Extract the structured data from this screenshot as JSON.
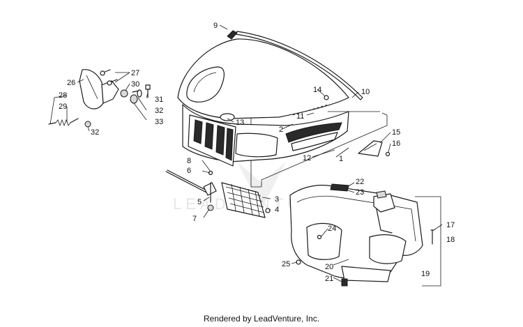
{
  "callouts": {
    "c1": "1",
    "c2": "2",
    "c3": "3",
    "c4": "4",
    "c5": "5",
    "c6": "6",
    "c7": "7",
    "c8": "8",
    "c9": "9",
    "c10": "10",
    "c11": "11",
    "c12": "12",
    "c13": "13",
    "c14": "14",
    "c15": "15",
    "c16": "16",
    "c17": "17",
    "c18": "18",
    "c19": "19",
    "c20": "20",
    "c21": "21",
    "c22": "22",
    "c23": "23",
    "c24": "24",
    "c25": "25",
    "c26": "26",
    "c27": "27",
    "c28": "28",
    "c29": "29",
    "c30": "30",
    "c31": "31",
    "c32a": "32",
    "c32b": "32",
    "c33": "33"
  },
  "watermark": {
    "text": "LEADVENTURE"
  },
  "footer": {
    "text": "Rendered by LeadVenture, Inc."
  }
}
